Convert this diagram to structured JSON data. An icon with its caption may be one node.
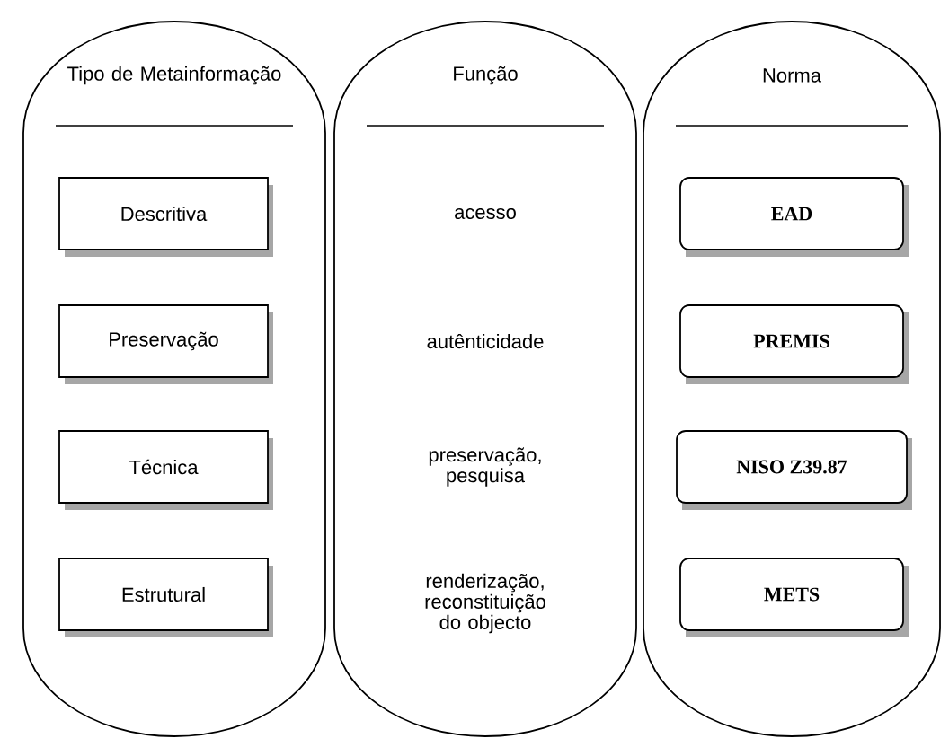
{
  "diagram": {
    "nodes": [
      {
        "text": [
          "Tipo de Metainformação"
        ]
      },
      {
        "text": [
          "Descritiva"
        ],
        "in": 0
      },
      {
        "text": [
          "Preservação"
        ],
        "in": 0
      },
      {
        "text": [
          "Técnica"
        ],
        "in": 0
      },
      {
        "text": [
          "Estrutural"
        ],
        "in": 0
      },
      {
        "text": [
          "Função",
          "acesso",
          "autênticidade",
          "preservação, pesquisa",
          "renderização, reconstituição do objecto"
        ]
      },
      {
        "text": [
          "Norma"
        ]
      },
      {
        "text": [
          "EAD"
        ],
        "in": 6
      },
      {
        "text": [
          "PREMIS"
        ],
        "in": 6
      },
      {
        "text": [
          "NISO Z39.87"
        ],
        "in": 6
      },
      {
        "text": [
          "METS"
        ],
        "in": 6
      }
    ]
  }
}
